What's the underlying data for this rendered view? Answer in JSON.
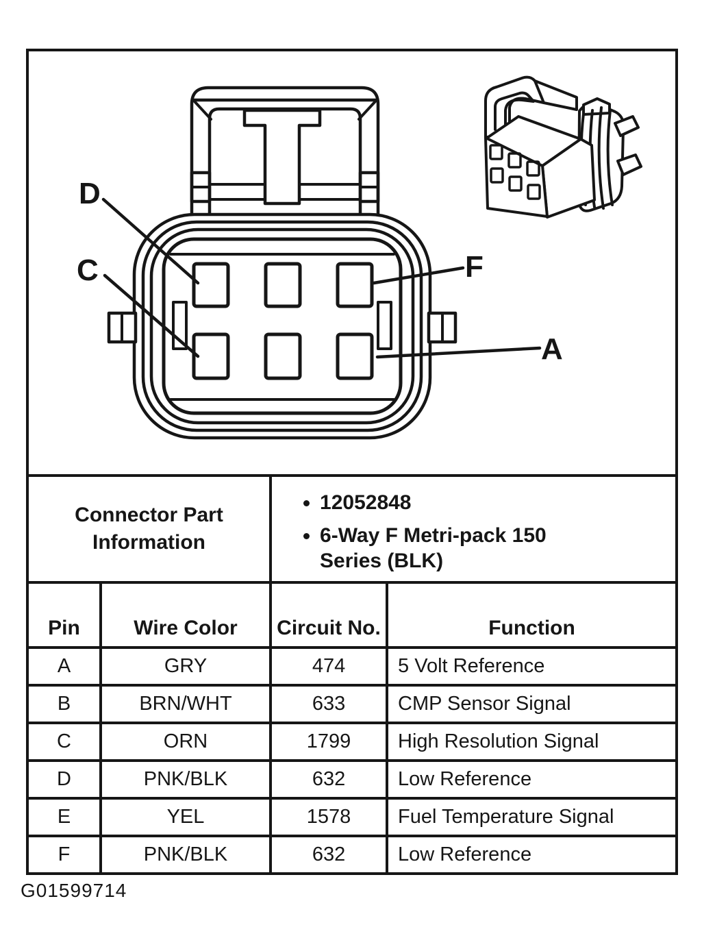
{
  "figure": {
    "id_label": "G01599714"
  },
  "diagram": {
    "pin_labels": {
      "d": "D",
      "c": "C",
      "f": "F",
      "a": "A"
    }
  },
  "table": {
    "part_info": {
      "title": "Connector Part Information",
      "bullets": [
        "12052848",
        "6-Way F Metri-pack 150 Series (BLK)"
      ]
    },
    "headers": {
      "pin": "Pin",
      "wire_color": "Wire Color",
      "circuit_no": "Circuit No.",
      "function": "Function"
    },
    "rows": [
      {
        "pin": "A",
        "wire_color": "GRY",
        "circuit_no": "474",
        "function": "5 Volt Reference"
      },
      {
        "pin": "B",
        "wire_color": "BRN/WHT",
        "circuit_no": "633",
        "function": "CMP Sensor Signal"
      },
      {
        "pin": "C",
        "wire_color": "ORN",
        "circuit_no": "1799",
        "function": "High Resolution Signal"
      },
      {
        "pin": "D",
        "wire_color": "PNK/BLK",
        "circuit_no": "632",
        "function": "Low Reference"
      },
      {
        "pin": "E",
        "wire_color": "YEL",
        "circuit_no": "1578",
        "function": "Fuel Temperature Signal"
      },
      {
        "pin": "F",
        "wire_color": "PNK/BLK",
        "circuit_no": "632",
        "function": "Low Reference"
      }
    ]
  },
  "colors": {
    "ink": "#161616",
    "paper": "#ffffff"
  }
}
